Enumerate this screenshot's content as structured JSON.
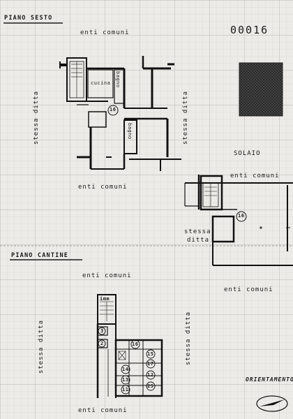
{
  "document_code": "00016",
  "sixth_floor": {
    "title": "PIANO SESTO",
    "common_top": "enti comuni",
    "common_bottom": "enti comuni",
    "same_company_left": "stessa ditta",
    "same_company_right": "stessa ditta",
    "room_kitchen": "cucina",
    "room_bath_upper": "bagno",
    "room_bath_lower": "bagno",
    "unit_number": "16"
  },
  "attic_floor": {
    "label": "SOLAIO",
    "common_top": "enti comuni",
    "common_bottom": "enti comuni",
    "same_company_line1": "stessa",
    "same_company_line2": "ditta",
    "unit_number": "16"
  },
  "cellar_floor": {
    "title": "PIANO CANTINE",
    "common_top": "enti comuni",
    "common_bottom": "enti comuni",
    "same_company_left": "stessa ditta",
    "same_company_right": "stessa ditta",
    "stair_label": "imm",
    "cellar_numbers": [
      "3",
      "2",
      "16",
      "15",
      "17",
      "14",
      "12",
      "13",
      "11",
      "25"
    ]
  },
  "orientation": {
    "label": "ORIENTAMENTO"
  },
  "colors": {
    "paper": "#ecebe7",
    "grid": "#b9b9b6",
    "ink": "#1a1a1a",
    "hatch_fill": "#3a3a3a"
  }
}
